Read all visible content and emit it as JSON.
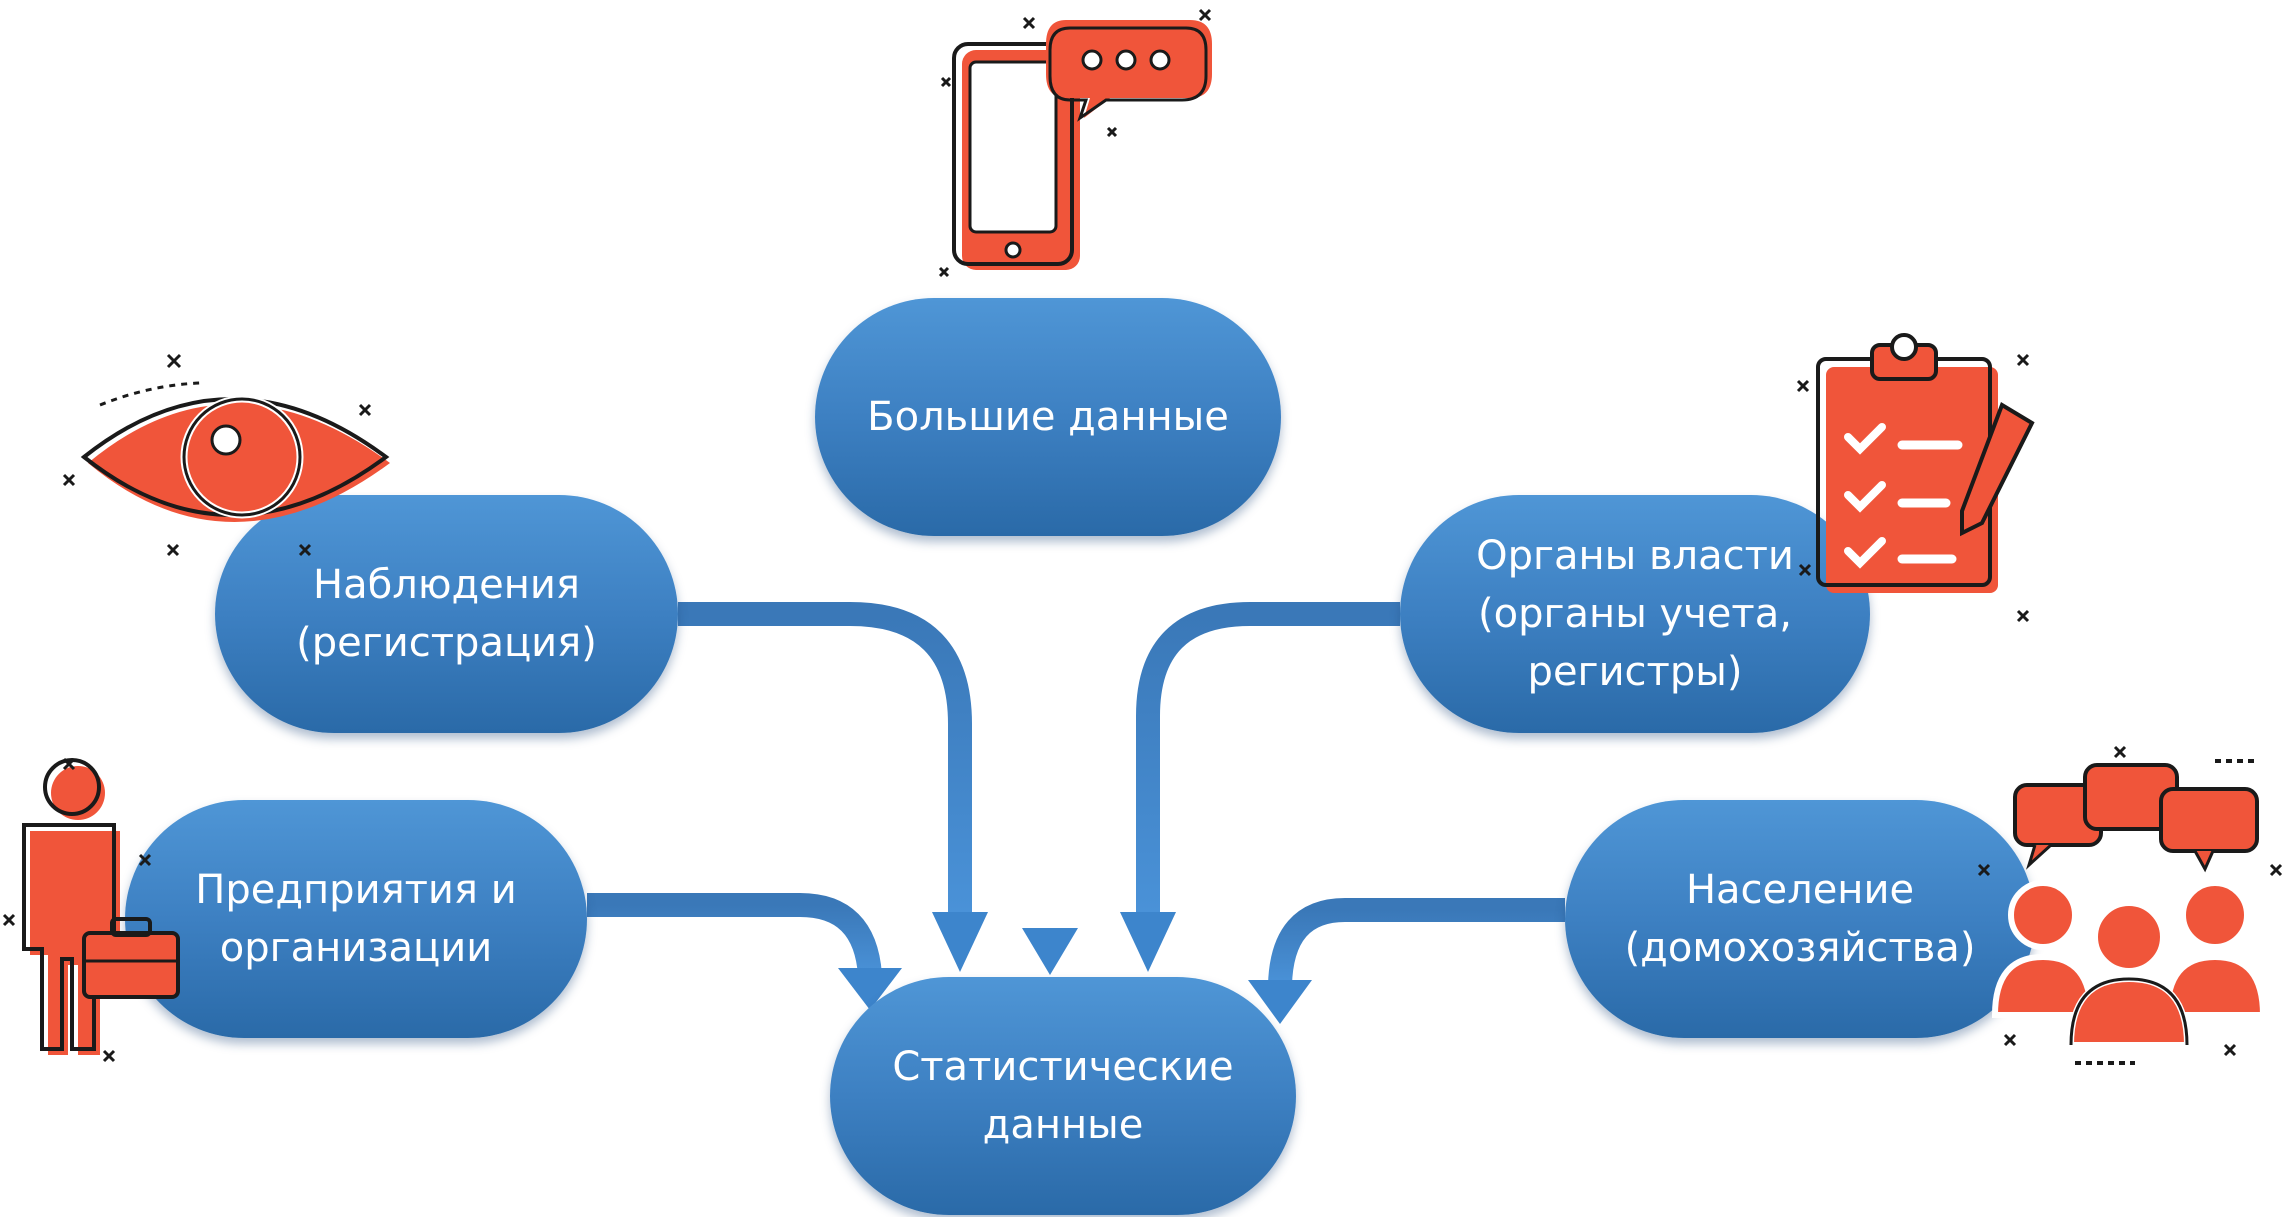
{
  "diagram": {
    "center": {
      "text": "Статистические\nданные"
    },
    "sources": [
      {
        "id": "big-data",
        "text": "Большие данные",
        "icon": "smartphone-chat-icon"
      },
      {
        "id": "observations",
        "text": "Наблюдения\n(регистрация)",
        "icon": "eye-icon"
      },
      {
        "id": "authorities",
        "text": "Органы власти\n(органы учета,\nрегистры)",
        "icon": "clipboard-checklist-icon"
      },
      {
        "id": "enterprises",
        "text": "Предприятия и\nорганизации",
        "icon": "businessman-briefcase-icon"
      },
      {
        "id": "population",
        "text": "Население\n(домохозяйства)",
        "icon": "people-group-chat-icon"
      }
    ]
  },
  "colors": {
    "pill_top": "#4f96d6",
    "pill_bottom": "#2a6aa8",
    "arrow": "#3d7fc4",
    "icon_fill": "#f0553a",
    "icon_stroke": "#1a1a1a",
    "text": "#ffffff"
  }
}
